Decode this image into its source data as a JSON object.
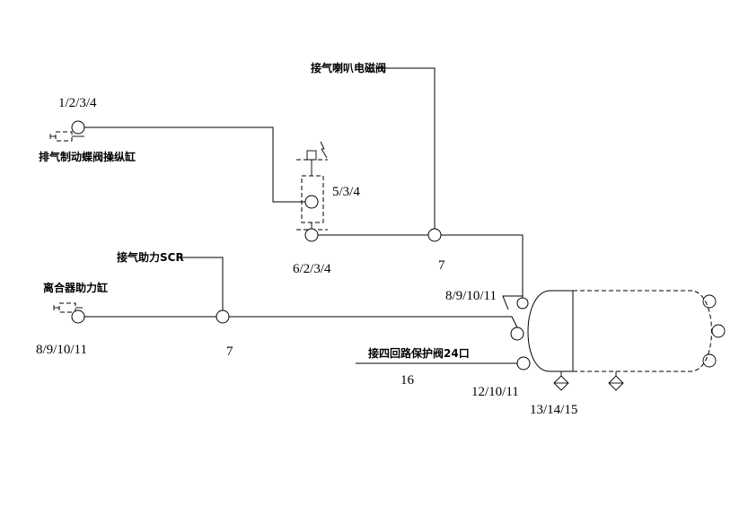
{
  "labels": {
    "exhaust_brake_cylinder_id": "1/2/3/4",
    "exhaust_brake_cylinder_name": "排气制动蝶阀操纵缸",
    "solenoid_valve_id": "5/3/4",
    "solenoid_valve_node_id": "6/2/3/4",
    "horn_solenoid": "接气喇叭电磁阀",
    "tee_top": "7",
    "clutch_booster_id": "8/9/10/11",
    "clutch_booster_name": "离合器助力缸",
    "scr_supply": "接气助力SCR",
    "tee_mid": "7",
    "tank_inlet_id": "8/9/10/11",
    "four_circuit_valve": "接四回路保护阀24口",
    "pipe_16": "16",
    "tank_outlet_id": "12/10/11",
    "drain_valves_id": "13/14/15"
  }
}
